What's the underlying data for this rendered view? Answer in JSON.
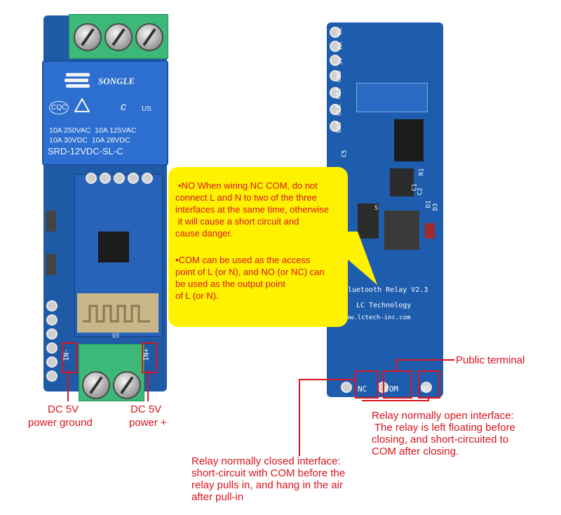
{
  "left_board": {
    "relay_brand": "SONGLE",
    "relay_ratings": [
      "10A 250VAC  10A 125VAC",
      "10A 30VDC  10A 28VDC"
    ],
    "relay_model": "SRD-12VDC-SL-C",
    "cert_marks": [
      "CQC",
      "c",
      "US"
    ],
    "input_markings": [
      "IN-",
      "IN+"
    ],
    "antenna_label": "U3"
  },
  "right_board": {
    "header_pins": [
      "TX",
      "RX",
      "5V",
      "GND",
      "RST",
      "CLK",
      "DAT"
    ],
    "title": "luetooth Relay V2.3",
    "maker": "LC Technology",
    "url": "www.lctech-inc.com",
    "terminals": [
      "NC",
      "COM",
      "NO"
    ],
    "component_refs": [
      "C5",
      "S",
      "D1",
      "D3",
      "C1",
      "C2",
      "R1"
    ]
  },
  "callout": {
    "note1": [
      "•NO When wiring NC COM, do not",
      "connect L and N to two of the three",
      "interfaces at the same time, otherwise",
      " it will cause a short circuit and",
      "cause danger."
    ],
    "note2": [
      "•COM can be used as the access",
      "point of L (or N), and NO (or NC) can",
      "be used as the output point",
      "of L (or N)."
    ]
  },
  "labels": {
    "dc_ground": [
      "DC 5V",
      "power ground"
    ],
    "dc_plus": [
      "DC 5V",
      "power +"
    ],
    "public_terminal": "Public terminal",
    "normally_open": [
      "Relay normally open interface:",
      " The relay is left floating before",
      "closing, and short-circuited to",
      "COM after closing."
    ],
    "normally_closed": [
      "Relay normally closed interface:",
      "short-circuit with COM before the",
      "relay pulls in, and hang in the air",
      "after pull-in"
    ]
  },
  "colors": {
    "board_blue": "#1f5aa6",
    "relay_blue": "#2c6fd1",
    "terminal_green": "#3cb878",
    "callout_yellow": "#fff200",
    "annotation_red": "#d9141c"
  }
}
